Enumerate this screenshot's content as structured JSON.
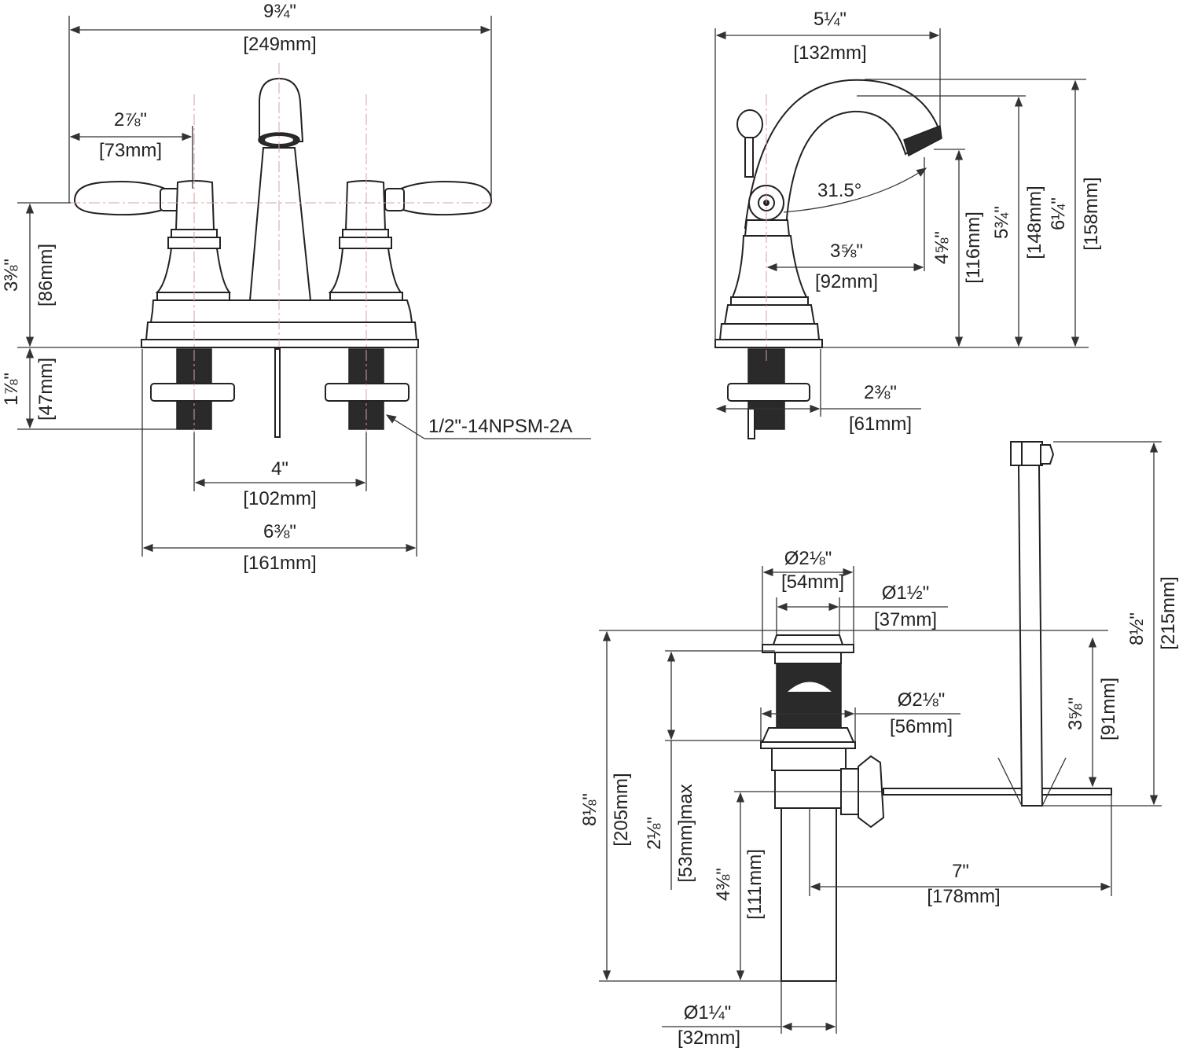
{
  "front_view": {
    "overall_width": {
      "in": "9¾\"",
      "mm": "[249mm]"
    },
    "handle_offset": {
      "in": "2⅞\"",
      "mm": "[73mm]"
    },
    "handle_height": {
      "in": "3⅜\"",
      "mm": "[86mm]"
    },
    "shank_length": {
      "in": "1⅞\"",
      "mm": "[47mm]"
    },
    "thread_spec": "1/2\"-14NPSM-2A",
    "center_spacing": {
      "in": "4\"",
      "mm": "[102mm]"
    },
    "base_width": {
      "in": "6⅜\"",
      "mm": "[161mm]"
    }
  },
  "side_view": {
    "spout_reach": {
      "in": "5¼\"",
      "mm": "[132mm]"
    },
    "handle_angle": "31.5°",
    "spout_tip_offset": {
      "in": "3⅝\"",
      "mm": "[92mm]"
    },
    "spout_clearance": {
      "in": "4⅝\"",
      "mm": "[116mm]"
    },
    "spout_height": {
      "in": "5¾\"",
      "mm": "[148mm]"
    },
    "overall_height": {
      "in": "6¼\"",
      "mm": "[158mm]"
    },
    "base_depth": {
      "in": "2⅜\"",
      "mm": "[61mm]"
    }
  },
  "drain_view": {
    "flange_diameter": {
      "in": "Ø2⅛\"",
      "mm": "[54mm]"
    },
    "stopper_diameter": {
      "in": "Ø1½\"",
      "mm": "[37mm]"
    },
    "nut_diameter": {
      "in": "Ø2⅛\"",
      "mm": "[56mm]"
    },
    "overall_length": {
      "in": "8⅛\"",
      "mm": "[205mm]"
    },
    "max_thickness": {
      "in": "2⅛\"",
      "mm": "[53mm]max"
    },
    "tail_length": {
      "in": "4⅜\"",
      "mm": "[111mm]"
    },
    "tail_diameter": {
      "in": "Ø1¼\"",
      "mm": "[32mm]"
    },
    "rod_length": {
      "in": "7\"",
      "mm": "[178mm]"
    },
    "lift_rod_height": {
      "in": "8½\"",
      "mm": "[215mm]"
    },
    "strap_height": {
      "in": "3⅝\"",
      "mm": "[91mm]"
    }
  }
}
